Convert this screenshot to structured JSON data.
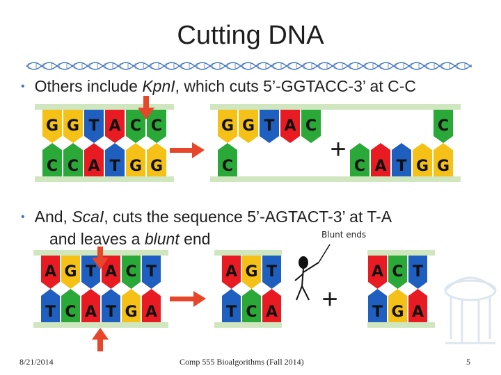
{
  "slide": {
    "title": "Cutting DNA",
    "bullet1": {
      "pre": "Others include ",
      "enzyme": "KpnI",
      "post": ", which cuts 5’-GGTACC-3’ at C-C"
    },
    "bullet2": {
      "line1_pre": "And, ",
      "enzyme": "ScaI",
      "line1_post": ", cuts the sequence 5’-AGTACT-3’ at T-A",
      "line2_pre": "and leaves a ",
      "blunt": "blunt",
      "line2_post": " end"
    },
    "annotation": "Blunt ends",
    "plus_sign": "+",
    "footer": {
      "date": "8/21/2014",
      "course": "Comp 555 Bioalgorithms (Fall 2014)",
      "page": "5"
    }
  },
  "colors": {
    "A": "#e81b23",
    "C": "#2aa838",
    "G": "#f5c117",
    "T": "#1f5fbf",
    "backbone": "#cfe6bf",
    "arrow": "#e8462a",
    "bullet_dot": "#3f74c8"
  },
  "dna": {
    "kpn_full": {
      "top": [
        "G",
        "G",
        "T",
        "A",
        "C",
        "C"
      ],
      "bottom": [
        "C",
        "C",
        "A",
        "T",
        "G",
        "G"
      ]
    },
    "kpn_left": {
      "top": [
        "G",
        "G",
        "T",
        "A",
        "C",
        ""
      ],
      "bottom": [
        "C",
        "",
        "",
        "",
        "",
        ""
      ]
    },
    "kpn_right": {
      "top": [
        "",
        "",
        "",
        "",
        "",
        "C"
      ],
      "bottom": [
        "",
        "C",
        "A",
        "T",
        "G",
        "G"
      ]
    },
    "sca_full": {
      "top": [
        "A",
        "G",
        "T",
        "A",
        "C",
        "T"
      ],
      "bottom": [
        "T",
        "C",
        "A",
        "T",
        "G",
        "A"
      ]
    },
    "sca_left": {
      "top": [
        "A",
        "G",
        "T"
      ],
      "bottom": [
        "T",
        "C",
        "A"
      ]
    },
    "sca_right": {
      "top": [
        "A",
        "C",
        "T"
      ],
      "bottom": [
        "T",
        "G",
        "A"
      ]
    }
  }
}
